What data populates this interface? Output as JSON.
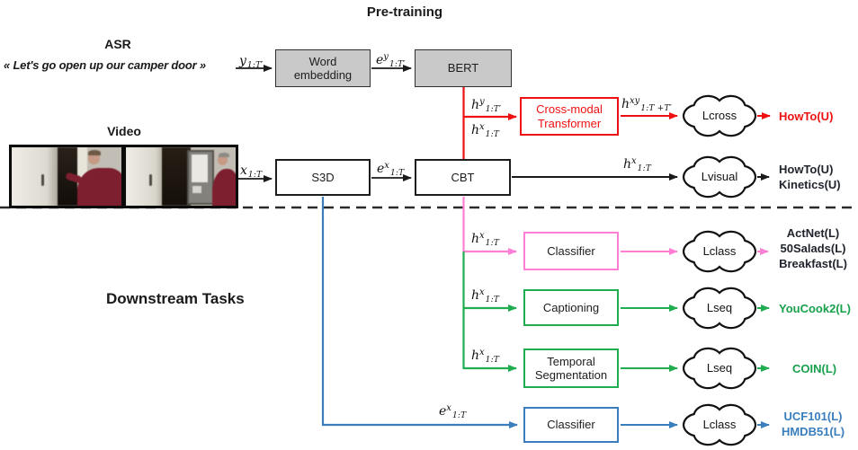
{
  "titles": {
    "pretraining": "Pre-training",
    "downstream": "Downstream Tasks"
  },
  "colors": {
    "red": "#ee1111",
    "pink": "#ff7fd4",
    "green": "#1fad50",
    "blue": "#3a7ebd",
    "box_gray": "#c9c9c9"
  },
  "asr": {
    "label": "ASR",
    "quote": "« Let's go open up our camper door »"
  },
  "video": {
    "label": "Video"
  },
  "boxes": {
    "word_embedding_line1": "Word",
    "word_embedding_line2": "embedding",
    "bert": "BERT",
    "cross_modal_line1": "Cross-modal",
    "cross_modal_line2": "Transformer",
    "s3d": "S3D",
    "cbt": "CBT"
  },
  "math": {
    "y": {
      "base": "y",
      "sup": "",
      "sub": "1:T′"
    },
    "ey": {
      "base": "e",
      "sup": "y",
      "sub": "1:T′"
    },
    "hy": {
      "base": "h",
      "sup": "y",
      "sub": "1:T′"
    },
    "hx_cross": {
      "base": "h",
      "sup": "x",
      "sub": "1:T"
    },
    "hxy": {
      "base": "h",
      "sup": "xy",
      "sub": "1:T +T′"
    },
    "x": {
      "base": "x",
      "sup": "",
      "sub": "1:T"
    },
    "ex": {
      "base": "e",
      "sup": "x",
      "sub": "1:T"
    },
    "hx_visual": {
      "base": "h",
      "sup": "x",
      "sub": "1:T"
    },
    "hx_classifier": {
      "base": "h",
      "sup": "x",
      "sub": "1:T"
    },
    "hx_captioning": {
      "base": "h",
      "sup": "x",
      "sub": "1:T"
    },
    "hx_segmentation": {
      "base": "h",
      "sup": "x",
      "sub": "1:T"
    },
    "ex_classifier": {
      "base": "e",
      "sup": "x",
      "sub": "1:T"
    }
  },
  "pretrain": {
    "cross_row": {
      "cloud": "Lcross",
      "datasets": [
        "HowTo(U)"
      ]
    },
    "visual_row": {
      "cloud": "Lvisual",
      "datasets": [
        "HowTo(U)",
        "Kinetics(U)"
      ]
    }
  },
  "downstream": {
    "rows": [
      {
        "box": "Classifier",
        "cloud": "Lclass",
        "datasets": [
          "ActNet(L)",
          "50Salads(L)",
          "Breakfast(L)"
        ]
      },
      {
        "box": "Captioning",
        "cloud": "Lseq",
        "datasets": [
          "YouCook2(L)"
        ]
      },
      {
        "box_line1": "Temporal",
        "box_line2": "Segmentation",
        "cloud": "Lseq",
        "datasets": [
          "COIN(L)"
        ]
      },
      {
        "box": "Classifier",
        "cloud": "Lclass",
        "datasets": [
          "UCF101(L)",
          "HMDB51(L)"
        ]
      }
    ]
  }
}
